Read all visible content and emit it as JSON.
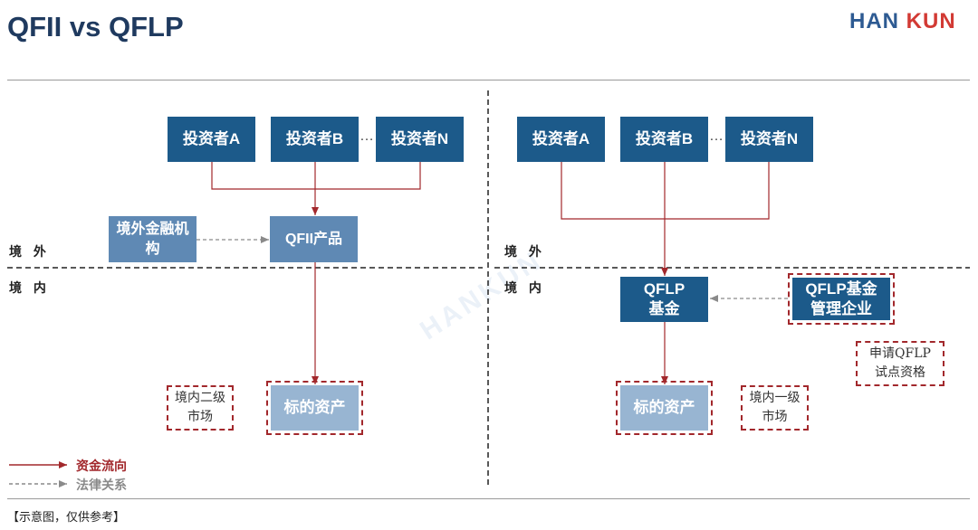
{
  "title": "QFII vs QFLP",
  "logo": {
    "part1": "HAN",
    "part2": "KUN"
  },
  "watermark": "HANKUN",
  "zones": {
    "offshore": "境 外",
    "onshore": "境 内"
  },
  "left": {
    "investors": [
      "投资者A",
      "投资者B",
      "投资者N"
    ],
    "ellipsis": "…",
    "foreign_institution": "境外金融机构",
    "product": "QFII产品",
    "secondary_market": "境内二级市场",
    "target_assets": "标的资产"
  },
  "right": {
    "investors": [
      "投资者A",
      "投资者B",
      "投资者N"
    ],
    "ellipsis": "…",
    "fund_line1": "QFLP",
    "fund_line2": "基金",
    "manager_line1": "QFLP基金",
    "manager_line2": "管理企业",
    "qualification": "申请QFLP试点资格",
    "target_assets": "标的资产",
    "primary_market": "境内一级市场"
  },
  "legend": {
    "fund_flow": "资金流向",
    "legal_relation": "法律关系"
  },
  "note": "【示意图，仅供参考】",
  "colors": {
    "dark_box": "#1c5a8a",
    "mid_box": "#5f89b4",
    "light_box": "#98b5d2",
    "flow": "#a2282c",
    "legal": "#8a8a8a"
  }
}
